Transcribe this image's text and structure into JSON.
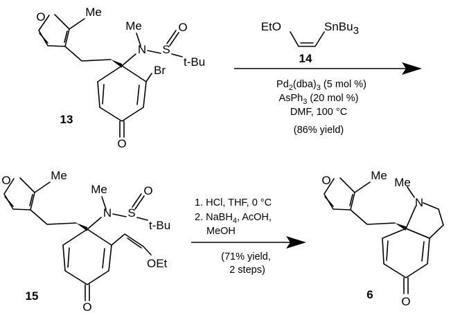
{
  "scheme": {
    "row1": {
      "substrate": {
        "number": "13",
        "labels": {
          "furan_o": "O",
          "methyl": "Me",
          "n_methyl": "Me",
          "n": "N",
          "s": "S",
          "sulfinyl_o": "O",
          "tbu": "t-Bu",
          "br": "Br",
          "ketone_o": "O"
        }
      },
      "reagent": {
        "number": "14",
        "left_group": "EtO",
        "right_group_main": "SnBu",
        "right_group_sub": "3"
      },
      "conditions": {
        "catalyst_main": "Pd",
        "catalyst_sub1": "2",
        "catalyst_mid": "(dba)",
        "catalyst_sub2": "3",
        "catalyst_loading": " (5 mol %)",
        "ligand_main": "AsPh",
        "ligand_sub": "3",
        "ligand_loading": " (20 mol %)",
        "solvent_temp": "DMF, 100 °C",
        "yield": "(86% yield)"
      }
    },
    "row2": {
      "intermediate": {
        "number": "15",
        "labels": {
          "furan_o": "O",
          "methyl": "Me",
          "n_methyl": "Me",
          "n": "N",
          "s": "S",
          "sulfinyl_o": "O",
          "tbu": "t-Bu",
          "oet": "OEt",
          "ketone_o": "O"
        }
      },
      "conditions": {
        "step1": "1. HCl, THF, 0 °C",
        "step2_prefix": "2. NaBH",
        "step2_sub": "4",
        "step2_suffix": ", AcOH,",
        "step2_cont": "MeOH",
        "yield1": "(71% yield,",
        "yield2": "2 steps)"
      },
      "product": {
        "number": "6",
        "labels": {
          "furan_o": "O",
          "methyl": "Me",
          "n_methyl": "Me",
          "n": "N",
          "ketone_o": "O"
        }
      }
    }
  }
}
